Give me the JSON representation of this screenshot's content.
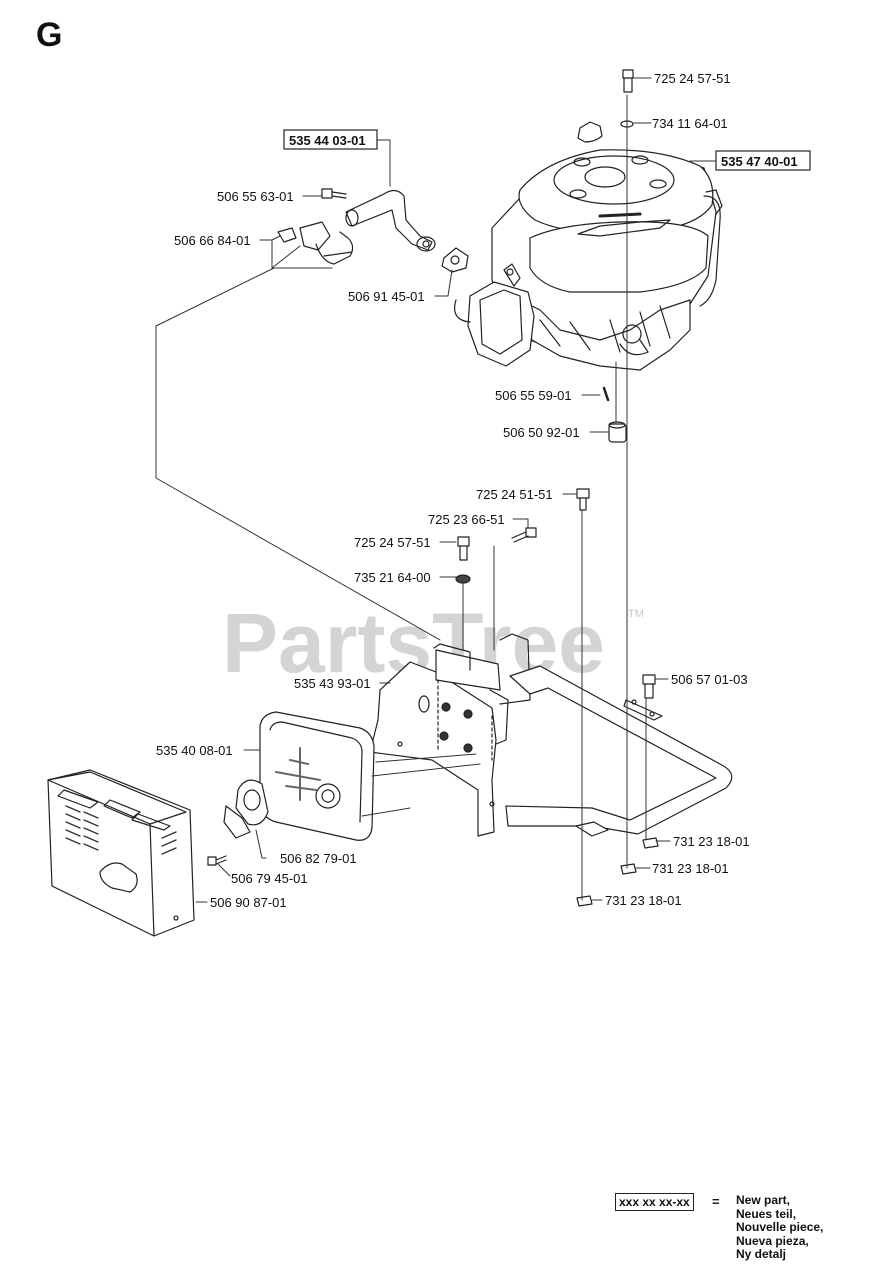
{
  "section": {
    "letter": "G"
  },
  "watermark": {
    "text": "PartsTree",
    "tm": "TM"
  },
  "callouts": [
    {
      "id": "725-24-57-51-top",
      "label": "725 24 57-51",
      "new": false
    },
    {
      "id": "734-11-64-01",
      "label": "734 11 64-01",
      "new": false
    },
    {
      "id": "535-47-40-01",
      "label": "535 47 40-01",
      "new": true
    },
    {
      "id": "535-44-03-01",
      "label": "535 44 03-01",
      "new": true
    },
    {
      "id": "506-55-63-01",
      "label": "506 55 63-01",
      "new": false
    },
    {
      "id": "506-66-84-01",
      "label": "506 66 84-01",
      "new": false
    },
    {
      "id": "506-91-45-01",
      "label": "506 91 45-01",
      "new": false
    },
    {
      "id": "506-55-59-01",
      "label": "506 55 59-01",
      "new": false
    },
    {
      "id": "506-50-92-01",
      "label": "506 50 92-01",
      "new": false
    },
    {
      "id": "725-24-51-51",
      "label": "725 24 51-51",
      "new": false
    },
    {
      "id": "725-23-66-51",
      "label": "725 23 66-51",
      "new": false
    },
    {
      "id": "725-24-57-51-mid",
      "label": "725 24 57-51",
      "new": false
    },
    {
      "id": "735-21-64-00",
      "label": "735 21 64-00",
      "new": false
    },
    {
      "id": "535-43-93-01",
      "label": "535 43 93-01",
      "new": false
    },
    {
      "id": "506-57-01-03",
      "label": "506 57 01-03",
      "new": false
    },
    {
      "id": "535-40-08-01",
      "label": "535 40 08-01",
      "new": false
    },
    {
      "id": "731-23-18-01-a",
      "label": "731 23 18-01",
      "new": false
    },
    {
      "id": "731-23-18-01-b",
      "label": "731 23 18-01",
      "new": false
    },
    {
      "id": "731-23-18-01-c",
      "label": "731 23 18-01",
      "new": false
    },
    {
      "id": "506-82-79-01",
      "label": "506 82 79-01",
      "new": false
    },
    {
      "id": "506-79-45-01",
      "label": "506 79 45-01",
      "new": false
    },
    {
      "id": "506-90-87-01",
      "label": "506 90 87-01",
      "new": false
    }
  ],
  "legend": {
    "box_label": "xxx xx xx-xx",
    "equals": "=",
    "lines": [
      "New part,",
      "Neues teil,",
      "Nouvelle piece,",
      "Nueva pieza,",
      "Ny detalj"
    ]
  }
}
